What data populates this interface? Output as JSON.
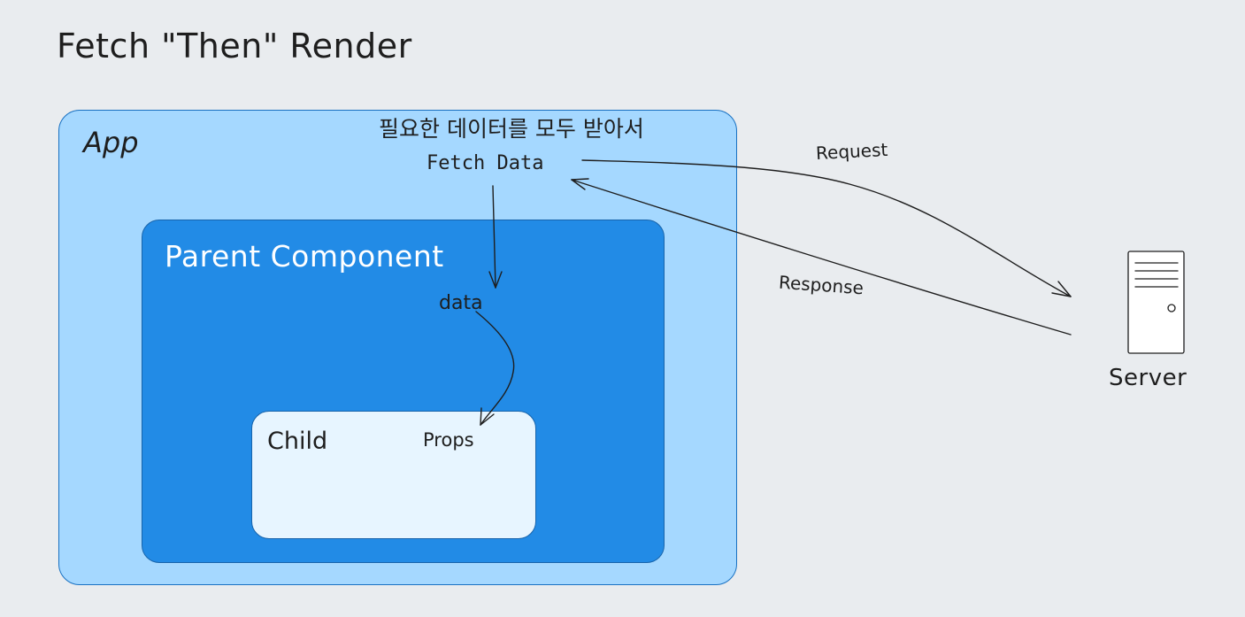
{
  "title": "Fetch \"Then\" Render",
  "app": {
    "label": "App",
    "note": "필요한 데이터를 모두 받아서",
    "fetch_label": "Fetch Data"
  },
  "parent": {
    "label": "Parent Component",
    "data_label": "data"
  },
  "child": {
    "label": "Child",
    "props_label": "Props"
  },
  "arrows": {
    "request_label": "Request",
    "response_label": "Response"
  },
  "server": {
    "label": "Server"
  },
  "colors": {
    "background": "#e9ecef",
    "app_fill": "#a5d8ff",
    "parent_fill": "#228be6",
    "child_fill": "#e7f5ff",
    "stroke": "#1e1e1e"
  }
}
